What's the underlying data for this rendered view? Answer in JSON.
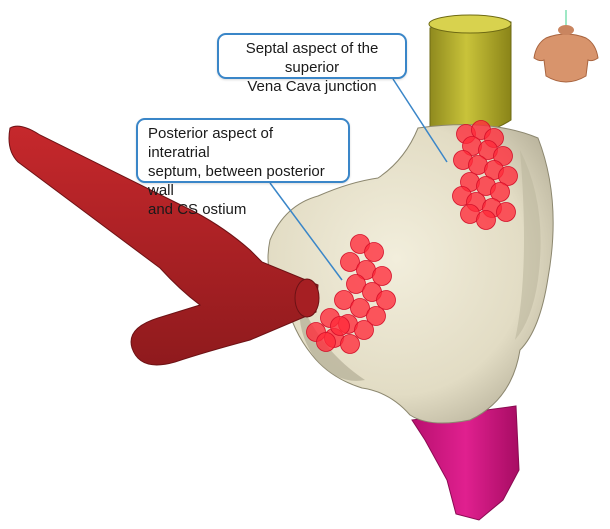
{
  "annotations": {
    "svc": {
      "lines": [
        "Septal aspect of the superior",
        "Vena Cava junction"
      ]
    },
    "ias": {
      "lines": [
        "Posterior aspect of interatrial",
        "septum, between posterior wall",
        "and CS ostium"
      ]
    }
  },
  "colors": {
    "atrium_body": "#e6e1cb",
    "superior_vena_cava": "#b2ac2c",
    "inferior_vena_cava": "#d81e8c",
    "coronary_sinus": "#b52327",
    "ablation_points": "#ff2a3a",
    "callout_border": "#3a86c8",
    "leader_line": "#3a86c8"
  },
  "icons": {
    "orientation": "torso-orientation-icon"
  }
}
